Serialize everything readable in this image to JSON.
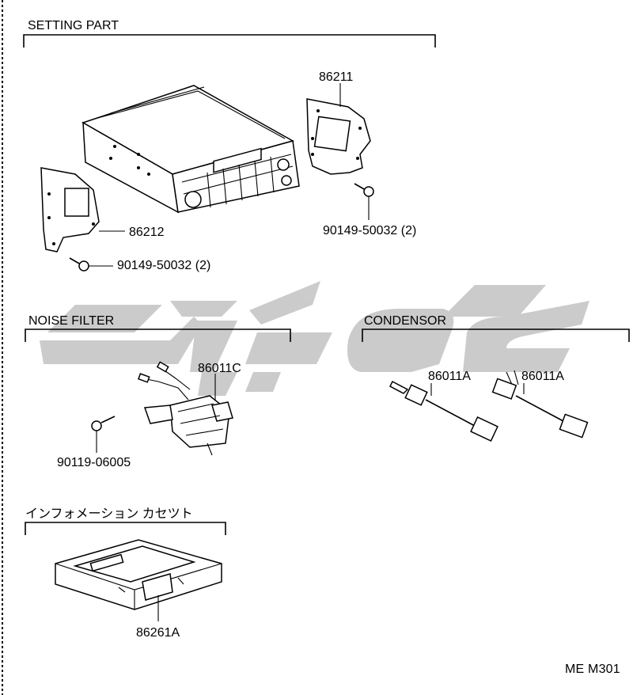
{
  "sections": {
    "setting_part": "SETTING PART",
    "noise_filter": "NOISE FILTER",
    "condensor": "CONDENSOR",
    "info_cassette": "インフォメーション カセツト"
  },
  "parts": {
    "bracket_right": "86211",
    "bracket_left": "86212",
    "screw_right": "90149-50032 (2)",
    "screw_left": "90149-50032 (2)",
    "noise_filter": "86011C",
    "noise_screw": "90119-06005",
    "condenser_1": "86011A",
    "condenser_2": "86011A",
    "cassette": "86261A"
  },
  "page_code": "ME M301"
}
